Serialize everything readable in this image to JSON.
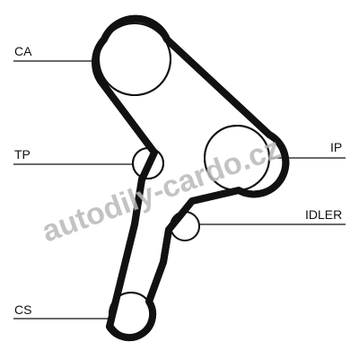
{
  "labels": {
    "ca": "CA",
    "tp": "TP",
    "ip": "IP",
    "idler": "IDLER",
    "cs": "CS"
  },
  "watermark": {
    "text": "autodily-cardo.cz",
    "color": "#b8b8b8"
  },
  "colors": {
    "belt": "#111111",
    "pulley_outline": "#111111",
    "background": "#ffffff"
  }
}
